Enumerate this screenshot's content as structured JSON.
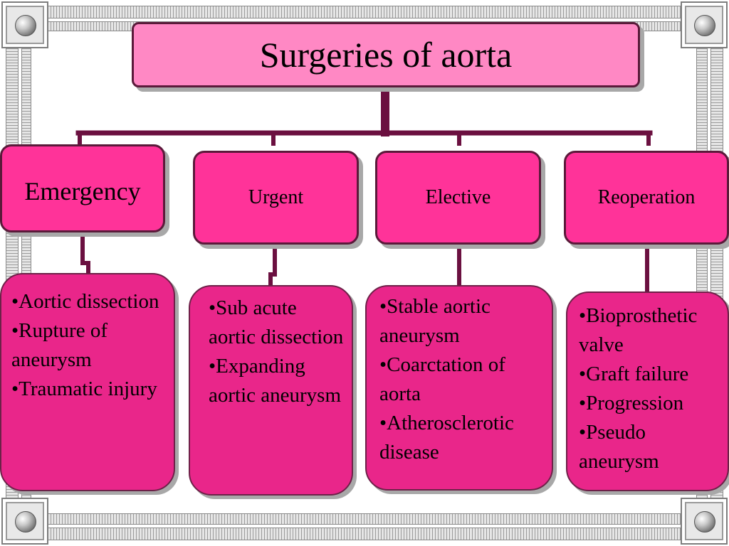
{
  "diagram": {
    "title": "Surgeries of aorta",
    "categories": [
      {
        "id": "emergency",
        "label": "Emergency",
        "items": [
          "Aortic dissection",
          "Rupture of aneurysm",
          "Traumatic injury"
        ]
      },
      {
        "id": "urgent",
        "label": "Urgent",
        "items": [
          "Sub acute aortic dissection",
          "Expanding aortic aneurysm"
        ]
      },
      {
        "id": "elective",
        "label": "Elective",
        "items": [
          "Stable aortic aneurysm",
          "Coarctation of aorta",
          "Atherosclerotic disease"
        ]
      },
      {
        "id": "reoperation",
        "label": "Reoperation",
        "items": [
          "Bioprosthetic valve",
          "Graft failure",
          "Progression",
          "Pseudo aneurysm"
        ]
      }
    ]
  },
  "colors": {
    "title_fill": "#ff88c4",
    "category_fill": "#ff3399",
    "detail_fill": "#e9268a",
    "border": "#5a1a3a",
    "connector": "#6b1040"
  }
}
